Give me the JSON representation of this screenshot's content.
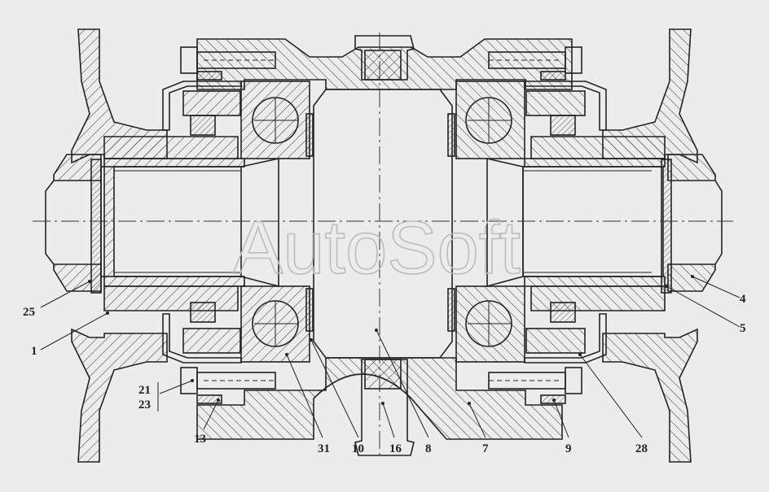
{
  "watermark": "AutoSoft",
  "colors": {
    "background": "#ececec",
    "ink": "#222222",
    "part_fill": "#ececec",
    "watermark": "#bdbdbd"
  },
  "callouts": [
    {
      "id": "c1",
      "label": "1"
    },
    {
      "id": "c4",
      "label": "4"
    },
    {
      "id": "c5",
      "label": "5"
    },
    {
      "id": "c7",
      "label": "7"
    },
    {
      "id": "c8",
      "label": "8"
    },
    {
      "id": "c9",
      "label": "9"
    },
    {
      "id": "c10",
      "label": "10"
    },
    {
      "id": "c13",
      "label": "13"
    },
    {
      "id": "c16",
      "label": "16"
    },
    {
      "id": "c21",
      "label": "21"
    },
    {
      "id": "c23",
      "label": "23"
    },
    {
      "id": "c25",
      "label": "25"
    },
    {
      "id": "c28",
      "label": "28"
    },
    {
      "id": "c31",
      "label": "31"
    }
  ]
}
